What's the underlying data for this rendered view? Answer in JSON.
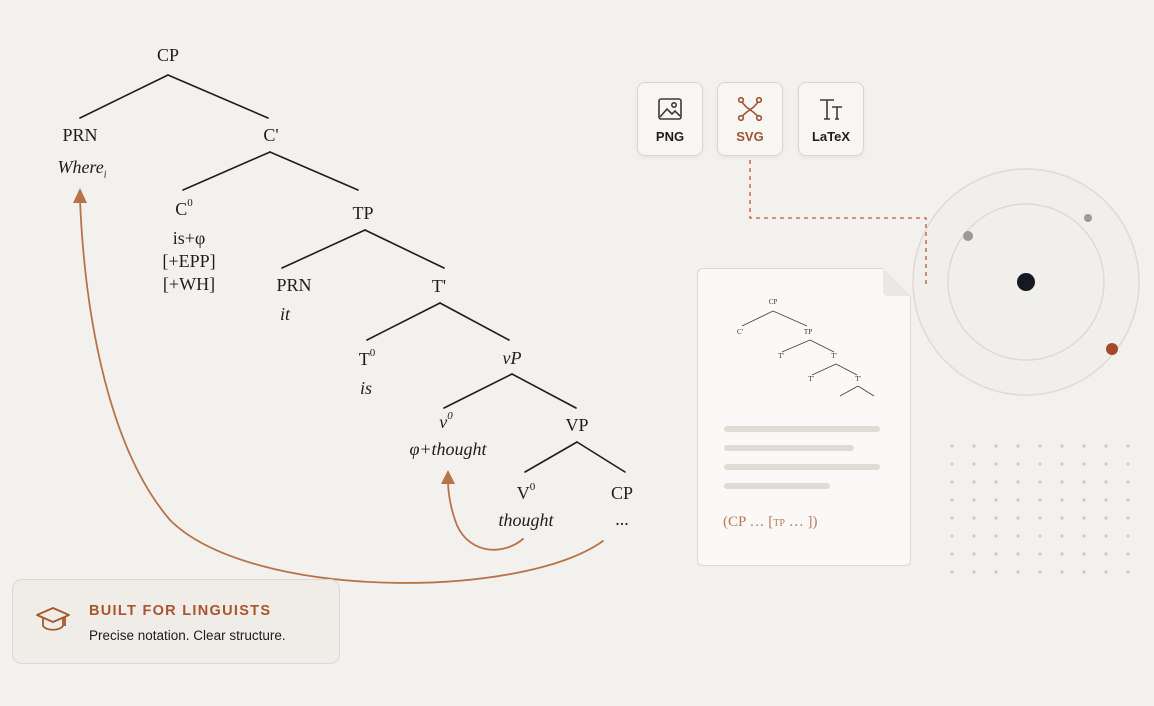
{
  "tree": {
    "cp_root": "CP",
    "prn_where": "PRN",
    "where_word": "Where",
    "where_index": "i",
    "c_bar": "C'",
    "c_head": "C",
    "c_features": [
      "is+φ",
      "[+EPP]",
      "[+WH]"
    ],
    "tp": "TP",
    "prn_it": "PRN",
    "it_word": "it",
    "t_bar": "T'",
    "t_head": "T",
    "t_word": "is",
    "vp_little": "vP",
    "v_little": "v",
    "v_little_word": "φ+thought",
    "vp_big": "VP",
    "v_big": "V",
    "v_big_word": "thought",
    "cp_low": "CP",
    "cp_low_word": "...",
    "zero": "0"
  },
  "export": {
    "png": "PNG",
    "svg": "SVG",
    "latex": "LaTeX"
  },
  "doc": {
    "mini_labels": [
      "CP",
      "C'",
      "TP",
      "T'",
      "T'",
      "T'",
      "T'"
    ],
    "formula_open": "(CP … [",
    "formula_sc": "TP",
    "formula_close": " … ])"
  },
  "badge": {
    "title": "BUILT FOR LINGUISTS",
    "subtitle": "Precise notation. Clear structure."
  },
  "colors": {
    "accent": "#a0532d",
    "arrow": "#b8734a",
    "ink": "#1d1d1f",
    "background": "#f3f1ee"
  }
}
